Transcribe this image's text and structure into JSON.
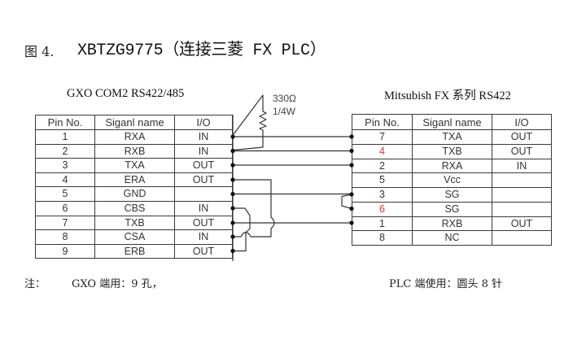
{
  "figure": {
    "label": "图 4.",
    "title": "XBTZG9775（连接三菱 FX PLC）"
  },
  "left_device": {
    "title": "GXO COM2 RS422/485",
    "headers": [
      "Pin No.",
      "Siganl name",
      "I/O"
    ],
    "rows": [
      {
        "pin": "1",
        "signal": "RXA",
        "io": "IN"
      },
      {
        "pin": "2",
        "signal": "RXB",
        "io": "IN"
      },
      {
        "pin": "3",
        "signal": "TXA",
        "io": "OUT"
      },
      {
        "pin": "4",
        "signal": "ERA",
        "io": "OUT"
      },
      {
        "pin": "5",
        "signal": "GND",
        "io": ""
      },
      {
        "pin": "6",
        "signal": "CBS",
        "io": "IN"
      },
      {
        "pin": "7",
        "signal": "TXB",
        "io": "OUT"
      },
      {
        "pin": "8",
        "signal": "CSA",
        "io": "IN"
      },
      {
        "pin": "9",
        "signal": "ERB",
        "io": "OUT"
      }
    ]
  },
  "right_device": {
    "title": "Mitsubish FX 系列 RS422",
    "headers": [
      "Pin No.",
      "Siganl name",
      "I/O"
    ],
    "rows": [
      {
        "pin": "7",
        "signal": "TXA",
        "io": "OUT"
      },
      {
        "pin": "4",
        "signal": "TXB",
        "io": "OUT",
        "highlight": true
      },
      {
        "pin": "2",
        "signal": "RXA",
        "io": "IN"
      },
      {
        "pin": "5",
        "signal": "Vcc",
        "io": ""
      },
      {
        "pin": "3",
        "signal": "SG",
        "io": ""
      },
      {
        "pin": "6",
        "signal": "SG",
        "io": "",
        "highlight": true
      },
      {
        "pin": "1",
        "signal": "RXB",
        "io": "OUT"
      },
      {
        "pin": "8",
        "signal": "NC",
        "io": ""
      }
    ]
  },
  "resistor": {
    "value": "330Ω",
    "rating": "1/4W"
  },
  "notes": {
    "label": "注：",
    "gxo": "GXO 端用：9 孔，",
    "plc": "PLC 端使用：圆头 8 针"
  },
  "colors": {
    "highlight": "#e8303a",
    "line": "#333333",
    "text": "#333333"
  }
}
